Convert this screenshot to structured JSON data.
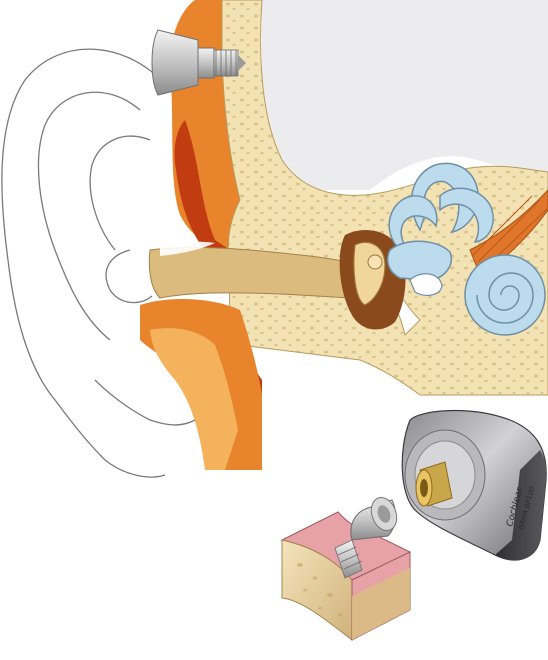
{
  "illustration": {
    "subject": "ear-anatomy-with-bone-anchored-implant",
    "inset_subject": "sound-processor-abutment-and-skull-bone-section"
  },
  "device": {
    "brand_text": "Cochlear",
    "model_text": "BAHA BP100"
  },
  "colors": {
    "background": "#ffffff",
    "skin_outline": "#7a7a7a",
    "bone": "#f3e2b4",
    "bone_pores": "#d9c38a",
    "tissue_orange": "#e8852c",
    "tissue_light": "#f4b25c",
    "muscle_red": "#c23c12",
    "canal_tan": "#dcbb7e",
    "cochlea_blue": "#bcdcee",
    "cochlea_outline": "#6f8fa6",
    "brain_gray": "#ececee",
    "implant_metal": "#c9c9c9",
    "processor_body": "#5c5c5e",
    "gum_pink": "#e7a2a8"
  }
}
